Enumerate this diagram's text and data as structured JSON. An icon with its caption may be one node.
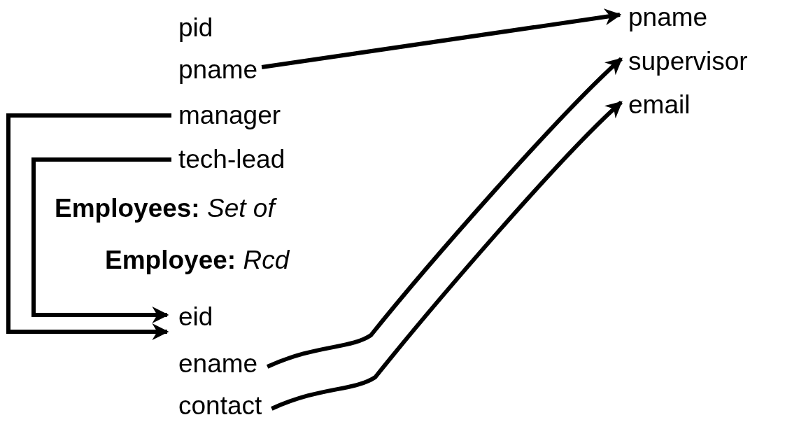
{
  "diagram": {
    "nodes": [
      {
        "text": [
          "pname"
        ]
      },
      {
        "text": [
          "manager"
        ]
      },
      {
        "text": [
          "tech-lead"
        ]
      },
      {
        "text": [
          "eid"
        ]
      },
      {
        "text": [
          "ename"
        ]
      },
      {
        "text": [
          "contact"
        ]
      },
      {
        "text": [
          "pname"
        ]
      },
      {
        "text": [
          "supervisor"
        ]
      },
      {
        "text": [
          "email"
        ]
      }
    ],
    "edges": [
      {
        "from": 0,
        "to": 6,
        "arrow": "to"
      },
      {
        "from": 1,
        "to": 3,
        "arrow": "to"
      },
      {
        "from": 2,
        "to": 3,
        "arrow": "to"
      },
      {
        "from": 4,
        "to": 7,
        "arrow": "to"
      },
      {
        "from": 5,
        "to": 8,
        "arrow": "to"
      }
    ],
    "labels": [
      "pid",
      "**Employees:** *Set of*",
      "**Employee:** *Rcd*"
    ]
  }
}
